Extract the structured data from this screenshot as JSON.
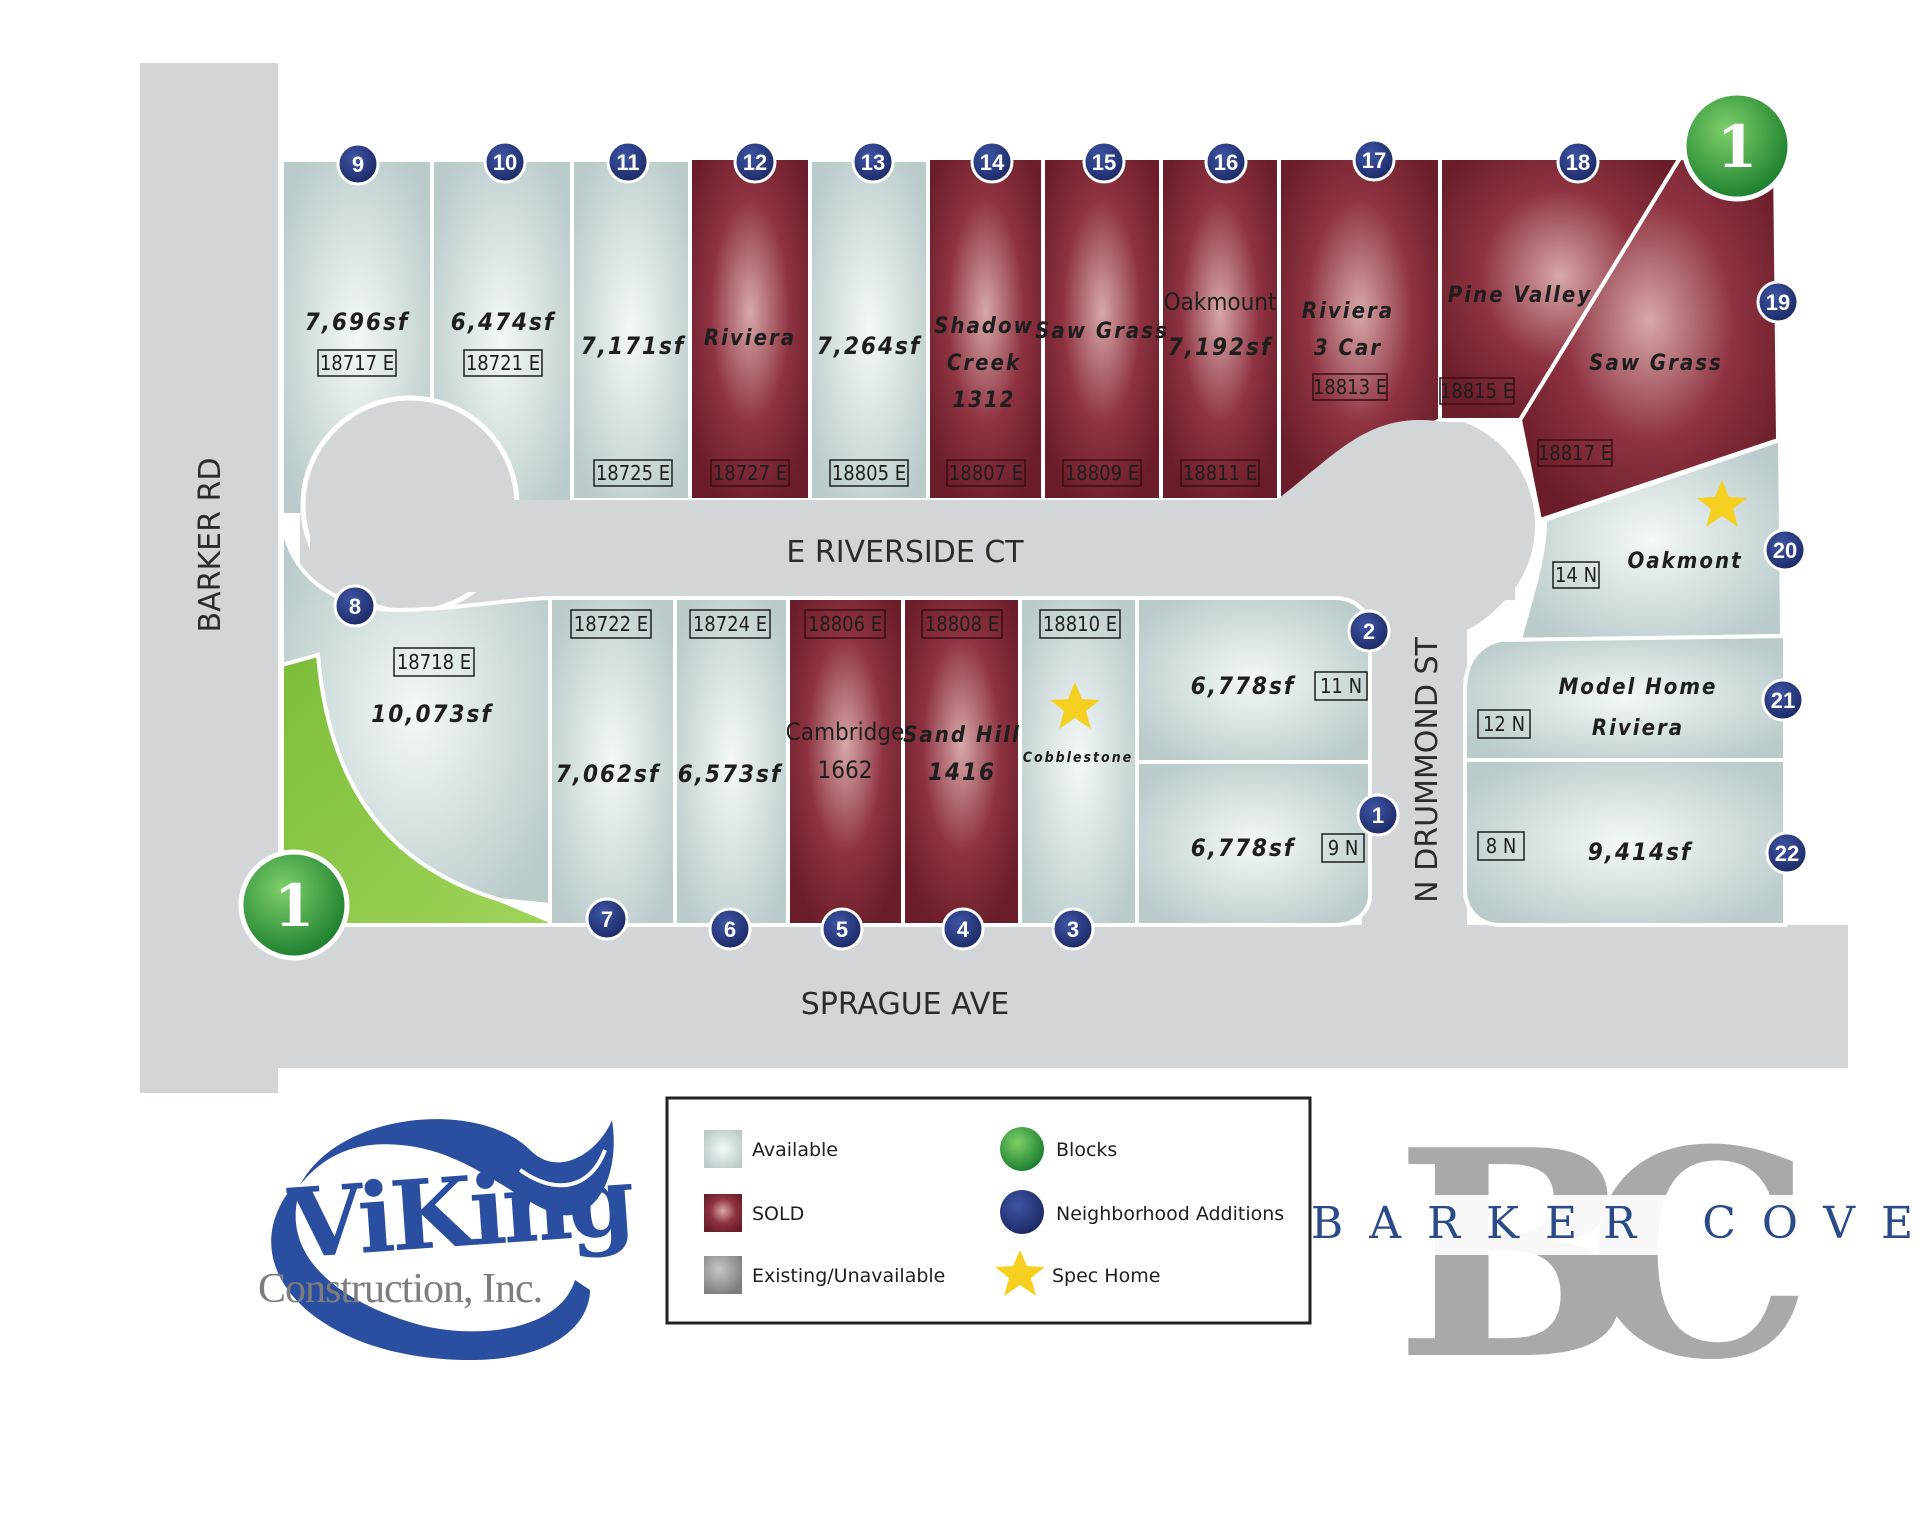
{
  "roads": {
    "barker": "BARKER RD",
    "riverside": "E RIVERSIDE CT",
    "sprague": "SPRAGUE AVE",
    "drummond": "N DRUMMOND ST"
  },
  "blocks": {
    "label": "1"
  },
  "lots": {
    "l9": {
      "num": "9",
      "area": "7,696sf",
      "addr": "18717 E"
    },
    "l10": {
      "num": "10",
      "area": "6,474sf",
      "addr": "18721 E"
    },
    "l11": {
      "num": "11",
      "area": "7,171sf",
      "addr": "18725 E"
    },
    "l12": {
      "num": "12",
      "name": "Riviera",
      "addr": "18727 E"
    },
    "l13": {
      "num": "13",
      "area": "7,264sf",
      "addr": "18805 E"
    },
    "l14": {
      "num": "14",
      "line1": "Shadow",
      "line2": "Creek",
      "line3": "1312",
      "addr": "18807 E"
    },
    "l15": {
      "num": "15",
      "name": "Saw Grass",
      "addr": "18809 E"
    },
    "l16": {
      "num": "16",
      "name": "Oakmount",
      "area": "7,192sf",
      "addr": "18811 E"
    },
    "l17": {
      "num": "17",
      "line1": "Riviera",
      "line2": "3 Car",
      "addr": "18813 E"
    },
    "l18": {
      "num": "18",
      "name": "Pine Valley",
      "addr": "18815 E"
    },
    "l19": {
      "num": "19",
      "name": "Saw Grass",
      "addr": "18817 E"
    },
    "l20": {
      "num": "20",
      "name": "Oakmont",
      "addr": "14 N"
    },
    "l21": {
      "num": "21",
      "line1": "Model Home",
      "line2": "Riviera",
      "addr": "12 N"
    },
    "l22": {
      "num": "22",
      "area": "9,414sf",
      "addr": "8 N"
    },
    "l8": {
      "num": "8",
      "area": "10,073sf",
      "addr": "18718 E"
    },
    "l7": {
      "num": "7",
      "area": "7,062sf",
      "addr": "18722 E"
    },
    "l6": {
      "num": "6",
      "area": "6,573sf",
      "addr": "18724 E"
    },
    "l5": {
      "num": "5",
      "line1": "Cambridge",
      "line2": "1662",
      "addr": "18806 E"
    },
    "l4": {
      "num": "4",
      "line1": "Sand Hill",
      "line2": "1416",
      "addr": "18808 E"
    },
    "l3": {
      "num": "3",
      "name": "Cobblestone",
      "addr": "18810 E"
    },
    "l2": {
      "num": "2",
      "area": "6,778sf",
      "addr": "11 N"
    },
    "l1": {
      "num": "1",
      "area": "6,778sf",
      "addr": "9 N"
    }
  },
  "legend": {
    "available": "Available",
    "sold": "SOLD",
    "existing": "Existing/Unavailable",
    "blocks": "Blocks",
    "neighborhood": "Neighborhood Additions",
    "spec": "Spec Home"
  },
  "colors": {
    "available": "#c9d6d6",
    "sold": "#7a2430",
    "road": "#d3d6d8",
    "green_space": "#8cc84a",
    "badge": "#233270",
    "block": "#2e9a3a",
    "star": "#f5d020",
    "viking_blue": "#2a4fa0",
    "barker_blue": "#2b4a8a"
  },
  "logos": {
    "viking": {
      "name": "ViKing",
      "subtitle": "Construction, Inc."
    },
    "barker_cove": {
      "monogram": "BC",
      "name": "BARKER COVE"
    }
  }
}
